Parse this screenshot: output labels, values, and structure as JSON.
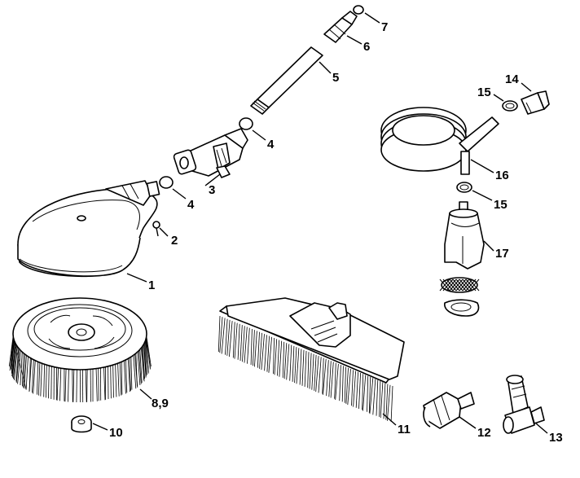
{
  "callouts": [
    {
      "id": "p1",
      "text": "1"
    },
    {
      "id": "p2",
      "text": "2"
    },
    {
      "id": "p3",
      "text": "3"
    },
    {
      "id": "p4a",
      "text": "4"
    },
    {
      "id": "p4b",
      "text": "4"
    },
    {
      "id": "p5",
      "text": "5"
    },
    {
      "id": "p6",
      "text": "6"
    },
    {
      "id": "p7",
      "text": "7"
    },
    {
      "id": "p89",
      "text": "8,9"
    },
    {
      "id": "p10",
      "text": "10"
    },
    {
      "id": "p11",
      "text": "11"
    },
    {
      "id": "p12",
      "text": "12"
    },
    {
      "id": "p13",
      "text": "13"
    },
    {
      "id": "p14",
      "text": "14"
    },
    {
      "id": "p15a",
      "text": "15"
    },
    {
      "id": "p15b",
      "text": "15"
    },
    {
      "id": "p16",
      "text": "16"
    },
    {
      "id": "p17",
      "text": "17"
    }
  ]
}
